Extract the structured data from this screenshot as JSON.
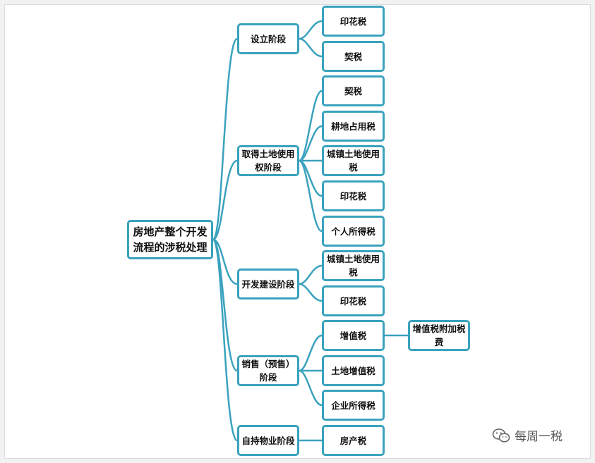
{
  "colors": {
    "line": "#3aa2bd",
    "border": "#3aa2bd",
    "text": "#111111"
  },
  "root": {
    "line1": "房地产整个开发",
    "line2": "流程的涉税处理"
  },
  "stages": [
    {
      "line1": "设立阶段",
      "line2": ""
    },
    {
      "line1": "取得土地使用",
      "line2": "权阶段"
    },
    {
      "line1": "开发建设阶段",
      "line2": ""
    },
    {
      "line1": "销售（预售）",
      "line2": "阶段"
    },
    {
      "line1": "自持物业阶段",
      "line2": ""
    }
  ],
  "taxes": [
    {
      "line1": "印花税",
      "line2": ""
    },
    {
      "line1": "契税",
      "line2": ""
    },
    {
      "line1": "契税",
      "line2": ""
    },
    {
      "line1": "耕地占用税",
      "line2": ""
    },
    {
      "line1": "城镇土地使用",
      "line2": "税"
    },
    {
      "line1": "印花税",
      "line2": ""
    },
    {
      "line1": "个人所得税",
      "line2": ""
    },
    {
      "line1": "城镇土地使用",
      "line2": "税"
    },
    {
      "line1": "印花税",
      "line2": ""
    },
    {
      "line1": "增值税",
      "line2": ""
    },
    {
      "line1": "土地增值税",
      "line2": ""
    },
    {
      "line1": "企业所得税",
      "line2": ""
    },
    {
      "line1": "房产税",
      "line2": ""
    }
  ],
  "surcharge": {
    "line1": "增值税附加税",
    "line2": "费"
  },
  "watermark": {
    "text": "每周一税",
    "icon": "wechat-icon"
  }
}
